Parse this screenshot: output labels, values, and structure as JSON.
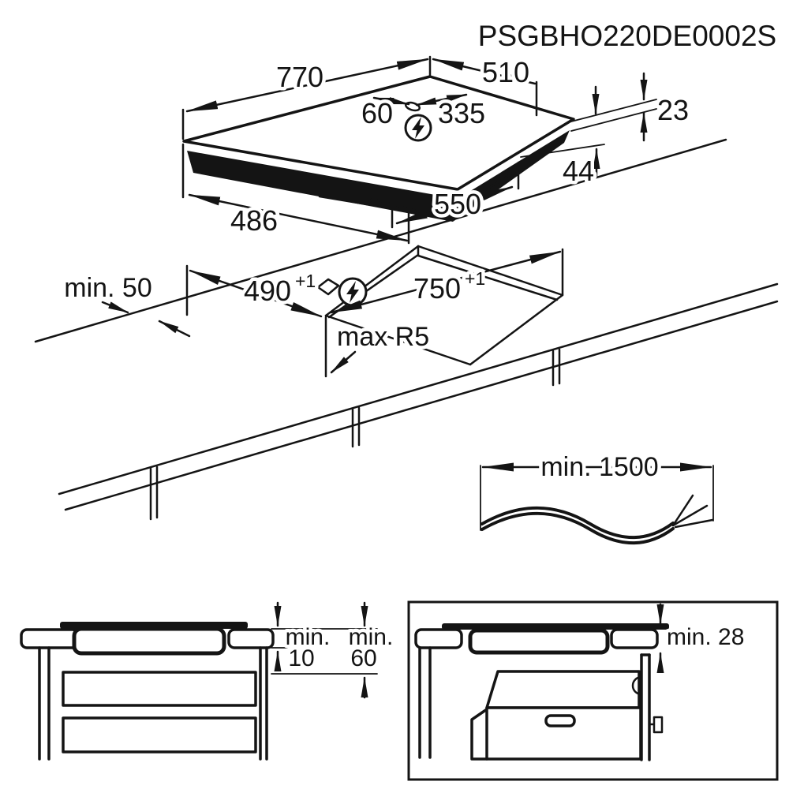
{
  "title": "PSGBHO220DE0002S",
  "hob_view": {
    "top_width": "770",
    "top_depth": "510",
    "cable_hole_offset": "60",
    "cable_hole_distance": "335",
    "rim_height": "23",
    "installation_depth": "44",
    "body_depth": "486",
    "body_width": "550"
  },
  "cutout_view": {
    "wall_clearance": "min. 50",
    "cutout_depth": "490",
    "cutout_depth_tolerance": "+1",
    "cutout_width": "750",
    "cutout_width_tolerance": "+1",
    "corner_radius": "max R5"
  },
  "cable_view": {
    "cable_length": "min. 1500"
  },
  "drawer_clearance_view": {
    "min_label_1": "min.",
    "hob_gap": "10",
    "min_label_2": "min.",
    "drawer_gap": "60"
  },
  "oven_clearance_view": {
    "oven_gap": "min. 28"
  }
}
